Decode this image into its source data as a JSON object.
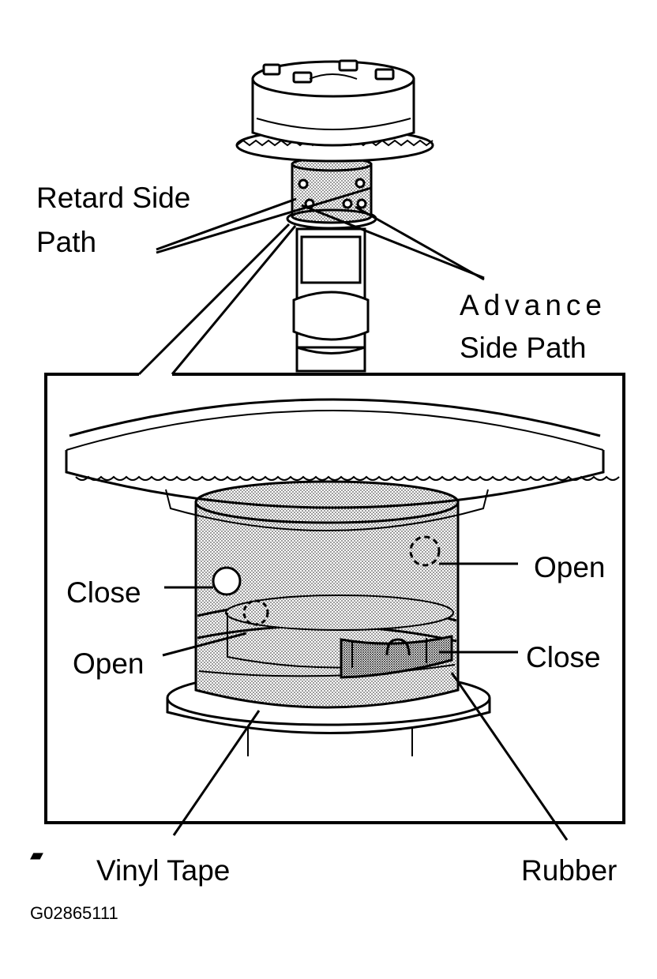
{
  "labels": {
    "retard_line1": "Retard  Side",
    "retard_line2": "Path",
    "advance_line1": "Advance",
    "advance_line2": "Side Path",
    "open_right": "Open",
    "close_left": "Close",
    "open_left": "Open",
    "close_right": "Close",
    "vinyl_tape": "Vinyl Tape",
    "rubber": "Rubber"
  },
  "figure_code": "G02865111",
  "colors": {
    "ink": "#000000",
    "paper": "#ffffff",
    "shade": "#c8c8c8",
    "dark_shade": "#8a8a8a"
  }
}
